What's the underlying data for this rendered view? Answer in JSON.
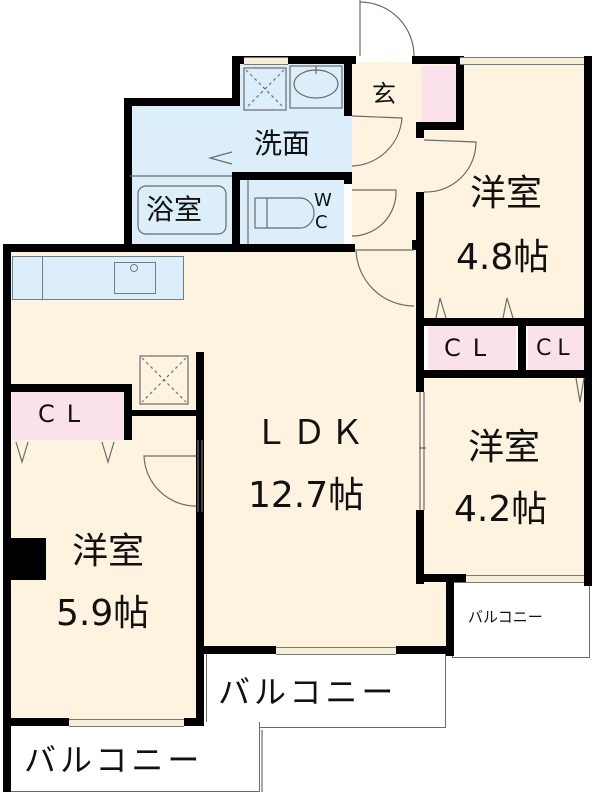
{
  "floorplan": {
    "rooms": {
      "genkan": {
        "label": "玄"
      },
      "washroom": {
        "label": "洗面"
      },
      "bath": {
        "label": "浴室"
      },
      "toilet": {
        "label_w": "W",
        "label_c": "C"
      },
      "bedroom_ne": {
        "name": "洋室",
        "size": "4.8帖"
      },
      "bedroom_e": {
        "name": "洋室",
        "size": "4.2帖"
      },
      "bedroom_w": {
        "name": "洋室",
        "size": "5.9帖"
      },
      "ldk": {
        "name": "ＬＤＫ",
        "size": "12.7帖"
      }
    },
    "closets": [
      {
        "label": "CL"
      },
      {
        "label": "CL"
      },
      {
        "label": "CL"
      }
    ],
    "balconies": [
      {
        "label": "バルコニー"
      },
      {
        "label": "バルコニー"
      },
      {
        "label": "バルコニー"
      }
    ],
    "colors": {
      "floor": "#fdf3df",
      "wet_area": "#dbeefa",
      "closet": "#fbe2ea",
      "wall": "#000000",
      "balcony": "#ffffff"
    }
  }
}
